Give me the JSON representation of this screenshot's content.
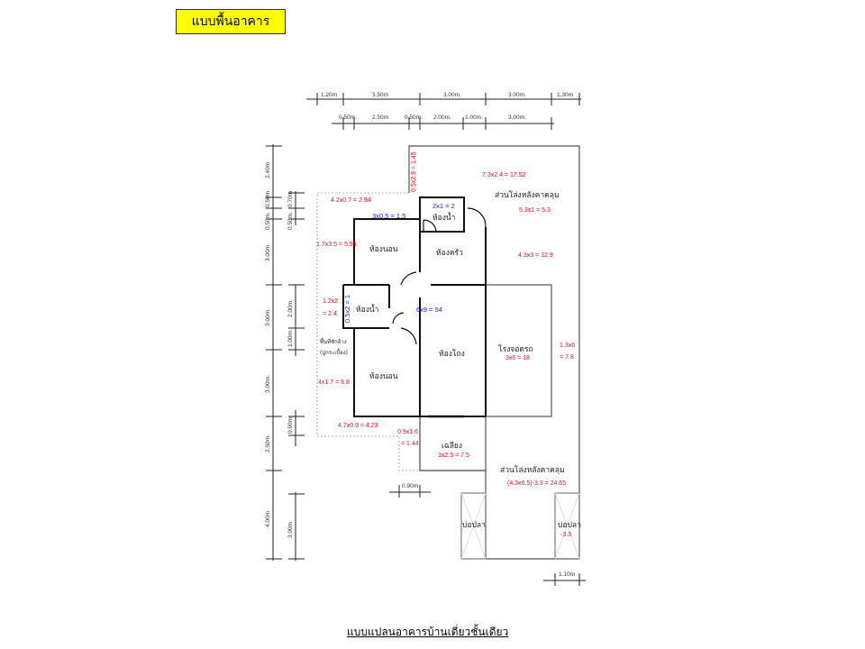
{
  "header": {
    "title": "แบบพื้นอาคาร"
  },
  "caption": "แบบแปลนอาคารบ้านเดี่ยวชั้นเดียว",
  "dimensions": {
    "top_row1": [
      "1.20m",
      "3.50m",
      "3.00m.",
      "3.00m.",
      "1.30m"
    ],
    "top_row2": [
      "0.50m.",
      "2.50m",
      "0.50m.",
      "2.00m.",
      "1.00m.",
      "3.00m."
    ],
    "left_outer": [
      "2.40m",
      "0.50m.",
      "0.50m.",
      "3.00m.",
      "3.00m.",
      "3.00m.",
      "2.50m.",
      "4.00m"
    ],
    "left_inner": [
      "0.70m",
      "0.50m.",
      "2.00m.",
      "1.00m.",
      "0.90m",
      "3.00m"
    ],
    "bottom": [
      "0.90m",
      "1.10m"
    ]
  },
  "rooms": {
    "bedroom1": "ห้องนอน",
    "bedroom2": "ห้องนอน",
    "bathroom1": "ห้องน้ำ",
    "bathroom2": "ห้องน้ำ",
    "kitchen": "ห้องครัว",
    "living": "ห้องโถง",
    "garage": "โรงจอดรถ",
    "porch": "เฉลียง",
    "open_area_top": "ส่วนโล่งหลังคาคลุม",
    "open_area_bottom": "ส่วนโล่งหลังคาคลุม",
    "fishpond_left": "บ่อปลา",
    "fishpond_right": "บ่อปลา",
    "laundry_line1": "พื้นที่ซักล้าง",
    "laundry_line2": "(ปูกระเบื้อง)"
  },
  "areas_red": {
    "a1": "7.3x2.4 = 17.52",
    "a2": "5.3x1 = 5.3",
    "a3": "4.3x3 = 12.9",
    "a4": "4.2x0.7 = 2.94",
    "a5": "1.7x3.5 = 5.95",
    "a6_l1": "1.2x2",
    "a6_l2": "= 2.4",
    "a7": "4x1.7 = 6.8",
    "a8": "4.7x0.9 = 4.23",
    "a9_l1": "0.9x1.6",
    "a9_l2": "= 1.44",
    "a10": "0.5x2.9 = 1.45",
    "garage": "3x6 = 18",
    "side_l1": "1.3x6",
    "side_l2": "= 7.8",
    "porch": "3x2.5 = 7.5",
    "open_bottom": "(4.3x6.5)-3.3 = 24.65",
    "pond": "-3.3"
  },
  "areas_blue": {
    "b1": "3x0.5 = 1.5",
    "b2": "2x1 = 2",
    "b3": "0.5x2 = 1",
    "b4": "6x9 = 54"
  }
}
